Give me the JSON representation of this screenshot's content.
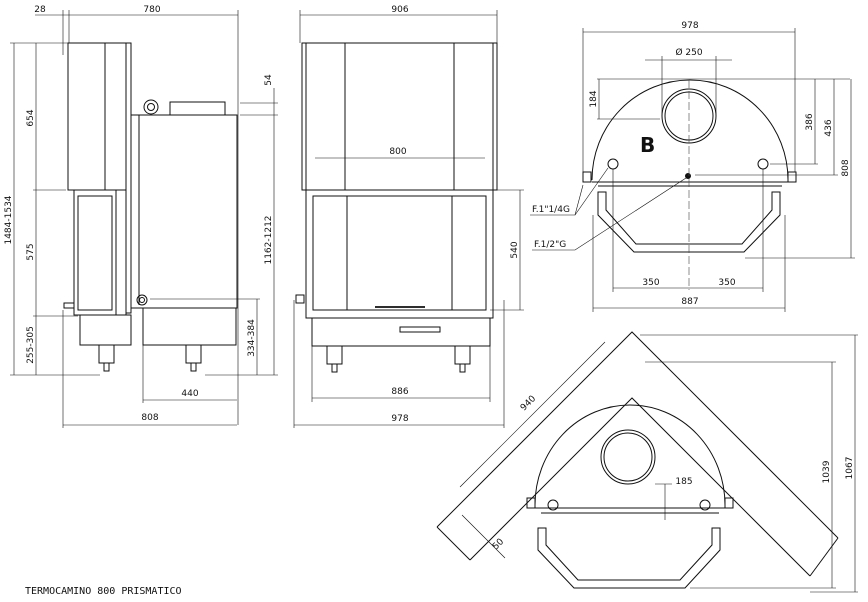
{
  "title": "TERMOCAMINO 800 PRISMATICO",
  "side_view": {
    "dims": {
      "d28": "28",
      "d780": "780",
      "d54": "54",
      "d1162": "1162-1212",
      "d334": "334-384",
      "d440": "440",
      "d808": "808",
      "d1484": "1484-1534",
      "d654": "654",
      "d575": "575",
      "d255": "255-305"
    }
  },
  "front_view": {
    "dims": {
      "d906": "906",
      "d800": "800",
      "d540": "540",
      "d886": "886",
      "d978": "978"
    }
  },
  "top_view": {
    "dims": {
      "d978": "978",
      "d250": "Ø 250",
      "d184": "184",
      "d386": "386",
      "d436": "436",
      "d808": "808",
      "d350a": "350",
      "d350b": "350",
      "d887": "887"
    },
    "label_b": "B",
    "connections": {
      "f114": "F.1\"1/4G",
      "f12": "F.1/2\"G"
    }
  },
  "corner_view": {
    "dims": {
      "d940": "940",
      "d50": "50",
      "d185": "185",
      "d1039": "1039",
      "d1067": "1067"
    }
  }
}
